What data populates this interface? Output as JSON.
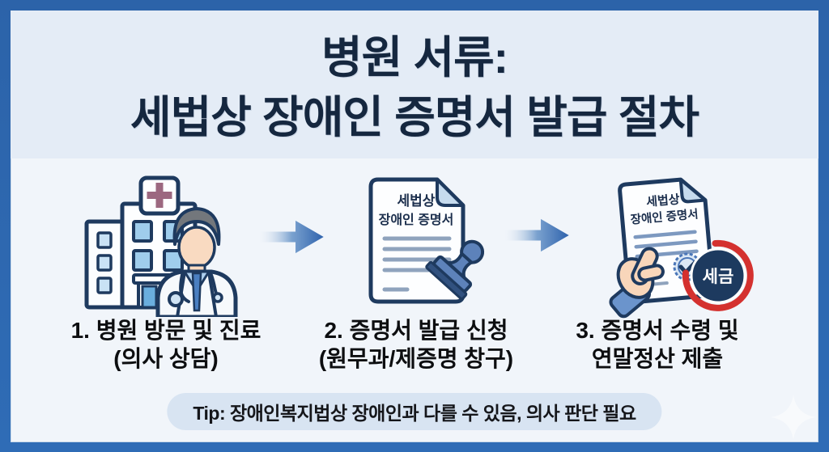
{
  "header": {
    "title_line1": "병원 서류:",
    "title_line2": "세법상 장애인 증명서 발급 절차"
  },
  "steps": [
    {
      "illustration": "hospital-doctor-icon",
      "label_line1": "1. 병원 방문 및 진료",
      "label_line2": "(의사 상담)"
    },
    {
      "illustration": "certificate-stamp-icon",
      "doc_title_line1": "세법상",
      "doc_title_line2": "장애인 증명서",
      "label_line1": "2. 증명서 발급 신청",
      "label_line2": "(원무과/제증명 창구)"
    },
    {
      "illustration": "hand-certificate-tax-icon",
      "doc_title_line1": "세법상",
      "doc_title_line2": "장애인 증명서",
      "badge_text": "세금",
      "label_line1": "3. 증명서 수령 및",
      "label_line2": "연말정산 제출"
    }
  ],
  "tip": {
    "text": "Tip: 장애인복지법상 장애인과 다를 수 있음, 의사 판단 필요"
  },
  "colors": {
    "frame_blue": "#2e6ab4",
    "panel_bg": "#f1f5fa",
    "title_band_bg": "#e4ecf6",
    "title_text": "#15273f",
    "label_text": "#0d0e10",
    "tip_bg": "#d8e4f2",
    "outline_navy": "#1e3a5f",
    "arrow_blue": "#2f63ad",
    "stamp_blue": "#5d82ba",
    "tax_badge_navy": "#1d3a5f",
    "tax_badge_red": "#d4312f"
  }
}
